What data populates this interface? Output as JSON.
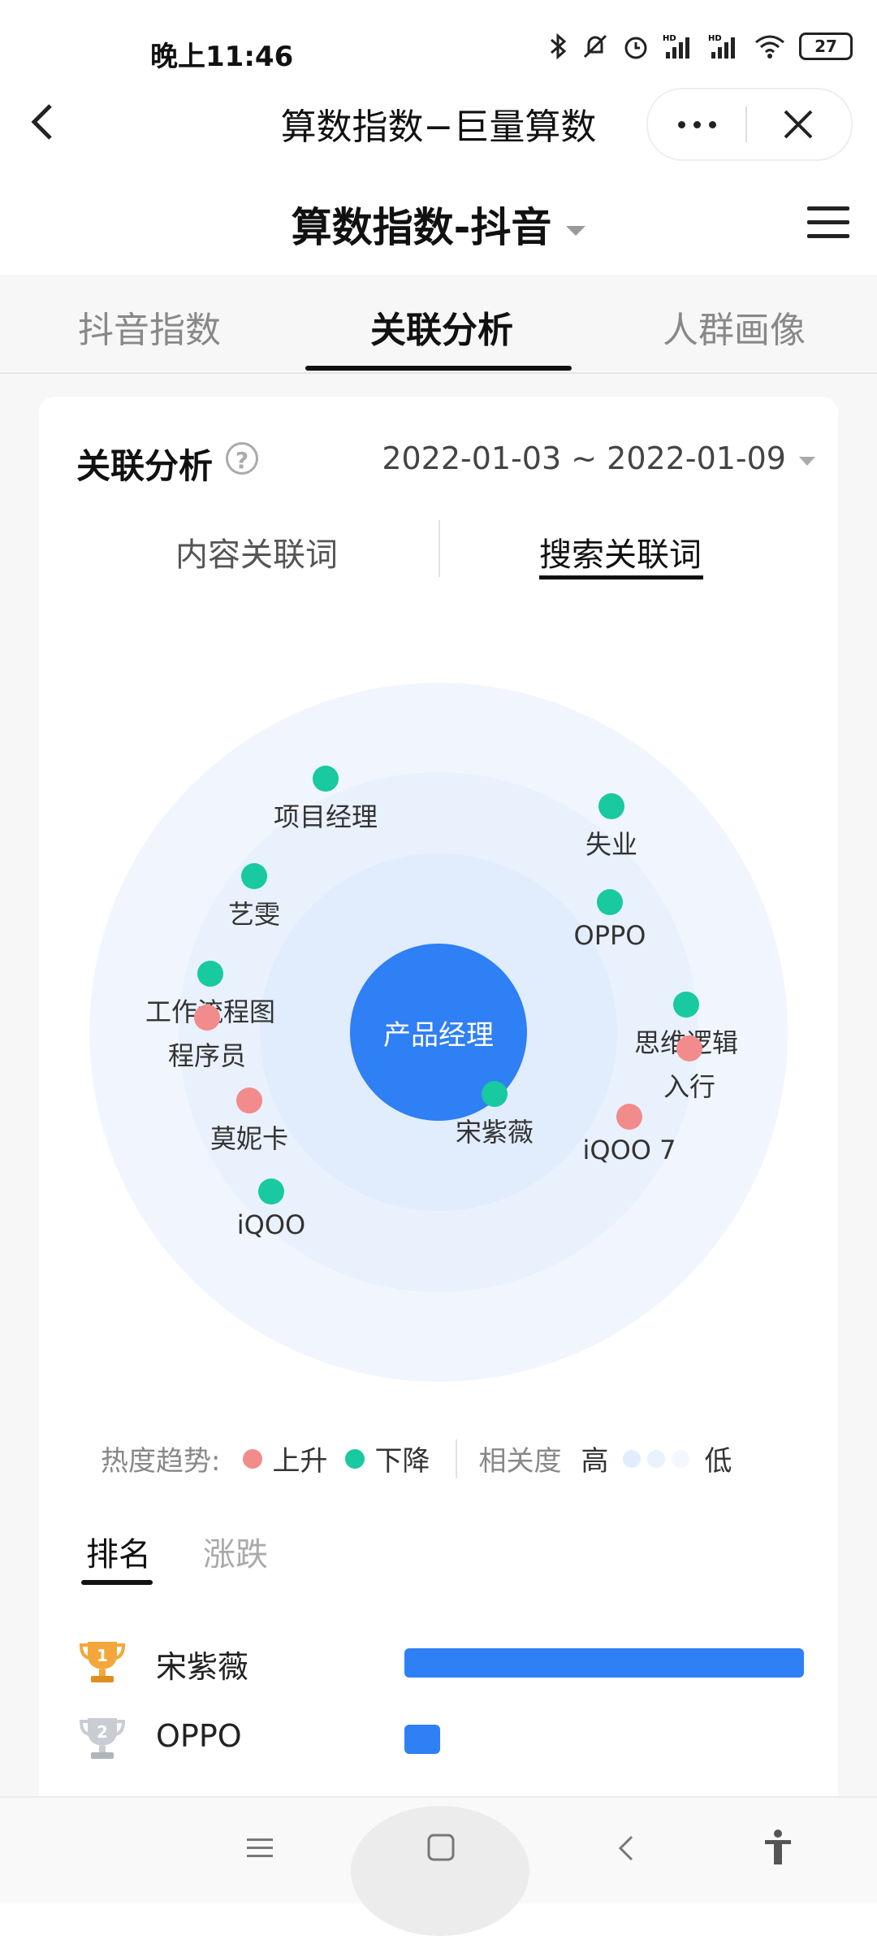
{
  "status_bar": {
    "time": "晚上11:46",
    "battery": "27",
    "icons": [
      "bluetooth-icon",
      "mute-icon",
      "alarm-icon",
      "signal-hd-icon",
      "signal-hd-icon",
      "wifi-icon",
      "battery-icon"
    ]
  },
  "webview": {
    "title": "算数指数−巨量算数",
    "icons": [
      "back-icon",
      "more-icon",
      "close-icon"
    ]
  },
  "header": {
    "app_title": "算数指数-抖音"
  },
  "tabs": [
    {
      "label": "抖音指数",
      "active": false
    },
    {
      "label": "关联分析",
      "active": true
    },
    {
      "label": "人群画像",
      "active": false
    }
  ],
  "section": {
    "title": "关联分析",
    "date_range": "2022-01-03 ~ 2022-01-09"
  },
  "subtabs": [
    {
      "label": "内容关联词",
      "active": false
    },
    {
      "label": "搜索关联词",
      "active": true
    }
  ],
  "bubble": {
    "center": "产品经理",
    "colors": {
      "rise": "#f28b8b",
      "fall": "#19c9a0",
      "center": "#2f7ff5"
    },
    "words": [
      {
        "label": "项目经理",
        "trend": "fall"
      },
      {
        "label": "失业",
        "trend": "fall"
      },
      {
        "label": "艺雯",
        "trend": "fall"
      },
      {
        "label": "OPPO",
        "trend": "fall"
      },
      {
        "label": "工作流程图",
        "trend": "fall"
      },
      {
        "label": "程序员",
        "trend": "rise"
      },
      {
        "label": "思维逻辑",
        "trend": "fall"
      },
      {
        "label": "入行",
        "trend": "rise"
      },
      {
        "label": "莫妮卡",
        "trend": "rise"
      },
      {
        "label": "宋紫薇",
        "trend": "fall"
      },
      {
        "label": "iQOO 7",
        "trend": "rise"
      },
      {
        "label": "iQOO",
        "trend": "fall"
      }
    ]
  },
  "legend": {
    "trend_label": "热度趋势:",
    "rise": "上升",
    "fall": "下降",
    "relevance_label": "相关度",
    "high": "高",
    "low": "低"
  },
  "rank_tabs": [
    {
      "label": "排名",
      "active": true
    },
    {
      "label": "涨跌",
      "active": false
    }
  ],
  "ranking": [
    {
      "rank": "1",
      "name": "宋紫薇",
      "value": 1.0
    },
    {
      "rank": "2",
      "name": "OPPO",
      "value": 0.09
    }
  ],
  "nav": {
    "icons": [
      "menu-icon",
      "home-icon",
      "back-icon",
      "accessibility-icon"
    ]
  }
}
